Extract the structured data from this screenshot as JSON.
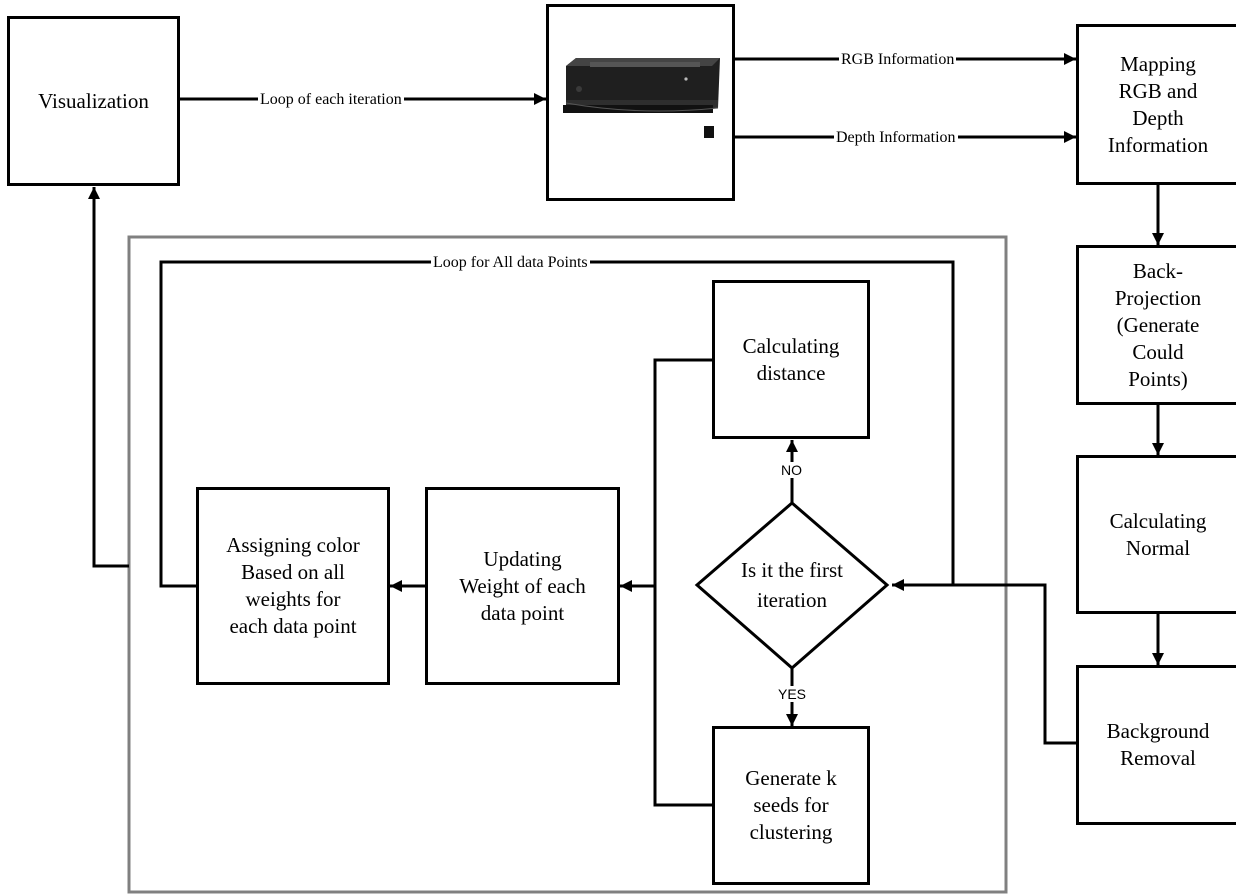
{
  "nodes": {
    "visualization": "Visualization",
    "sensor": "",
    "mapping": "Mapping\nRGB and\nDepth\nInformation",
    "back_projection": "Back-\nProjection\n(Generate\nCould\nPoints)",
    "calculating_normal": "Calculating\nNormal",
    "background_removal": "Background\nRemoval",
    "calculating_distance": "Calculating\ndistance",
    "decision": "Is it the first\niteration",
    "generate_seeds": "Generate k\nseeds for\nclustering",
    "updating_weight": "Updating\nWeight of each\ndata point",
    "assigning_color": "Assigning color\nBased on all\nweights for\neach data point"
  },
  "edge_labels": {
    "loop_iteration": "Loop of each iteration",
    "rgb_info": "RGB Information",
    "depth_info": "Depth Information",
    "loop_points": "Loop for All data Points",
    "no": "NO",
    "yes": "YES"
  },
  "colors": {
    "line": "#000000",
    "frame": "#808080",
    "sensor_body": "#1f1f1f"
  }
}
